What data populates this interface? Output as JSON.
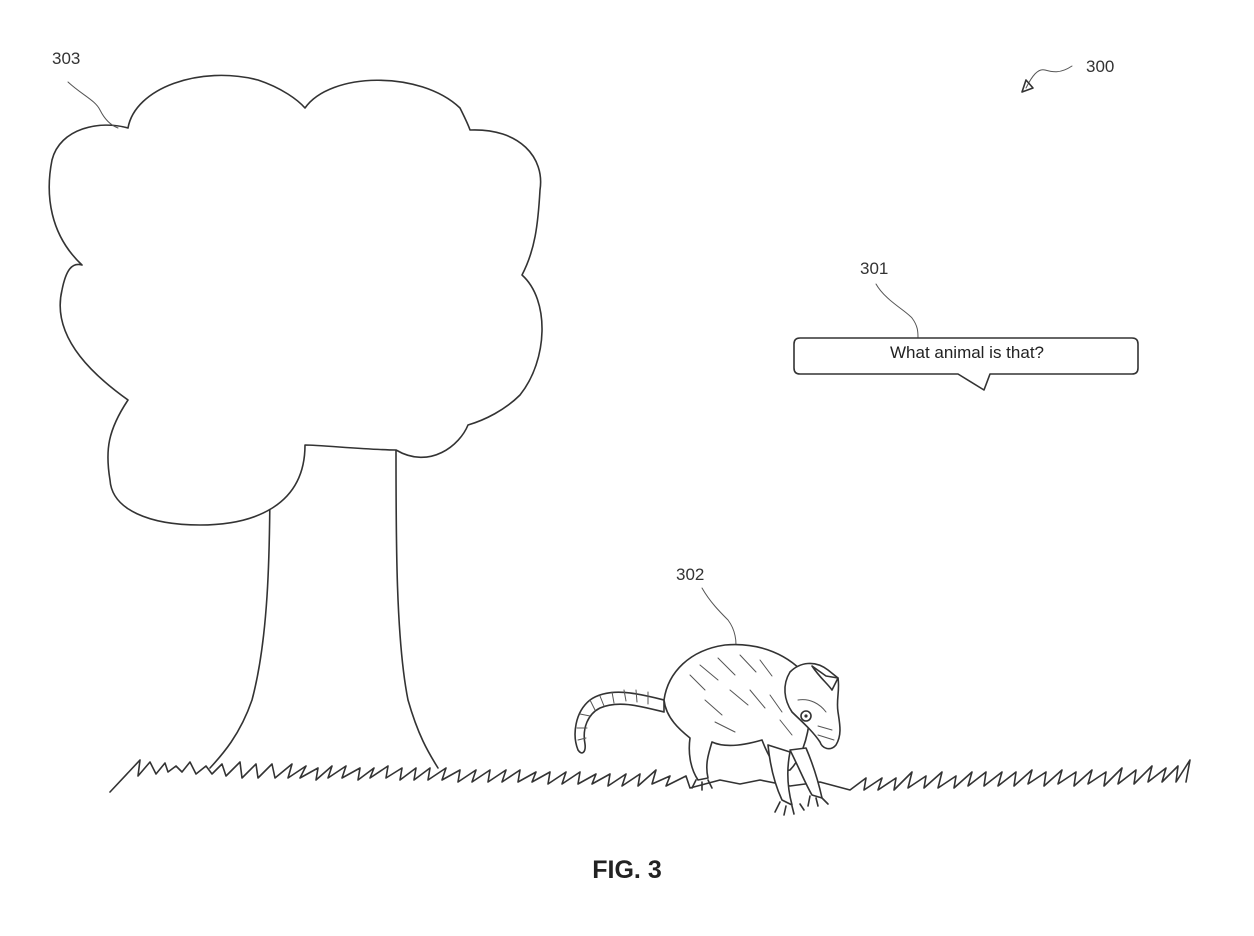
{
  "figure": {
    "caption": "FIG. 3",
    "references": {
      "scene": "300",
      "speech_bubble": "301",
      "animal": "302",
      "tree": "303"
    },
    "speech_bubble_text": "What animal is that?"
  }
}
